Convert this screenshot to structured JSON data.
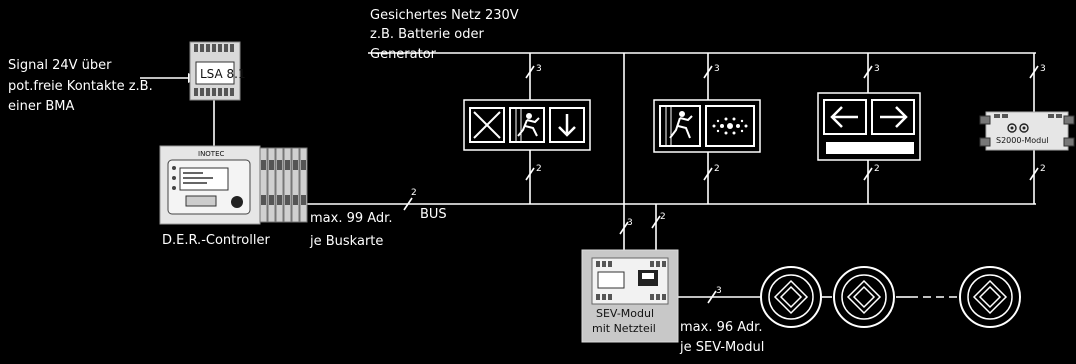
{
  "labels": {
    "mains_line1": "Gesichertes Netz 230V",
    "mains_line2": "z.B. Batterie oder",
    "mains_line3": "Generator",
    "signal_line1": "Signal 24V über",
    "signal_line2": "pot.freie Kontakte z.B.",
    "signal_line3": "einer BMA",
    "lsa": "LSA 8.1",
    "controller": "D.E.R.-Controller",
    "controller_brand": "INOTEC",
    "bus_addr_line1": "max. 99 Adr.",
    "bus_addr_line2": "je Buskarte",
    "bus": "BUS",
    "sev_line1": "SEV-Modul",
    "sev_line2": "mit Netzteil",
    "sev_addr_line1": "max. 96 Adr.",
    "sev_addr_line2": "je SEV-Modul",
    "s2000": "S2000-Modul"
  },
  "wire_counts": {
    "bus": "2",
    "mains_drop_1": "3",
    "mains_drop_2": "3",
    "mains_drop_3": "3",
    "mains_drop_4": "3",
    "bus_drop_1": "2",
    "bus_drop_2": "2",
    "bus_drop_3": "2",
    "bus_drop_4": "2",
    "sev_mains": "3",
    "sev_bus": "2",
    "sev_out": "3"
  },
  "colors": {
    "background": "#000000",
    "line": "#ffffff",
    "device_fill": "#e6e6e6",
    "sev_panel": "#c8c8c8"
  }
}
